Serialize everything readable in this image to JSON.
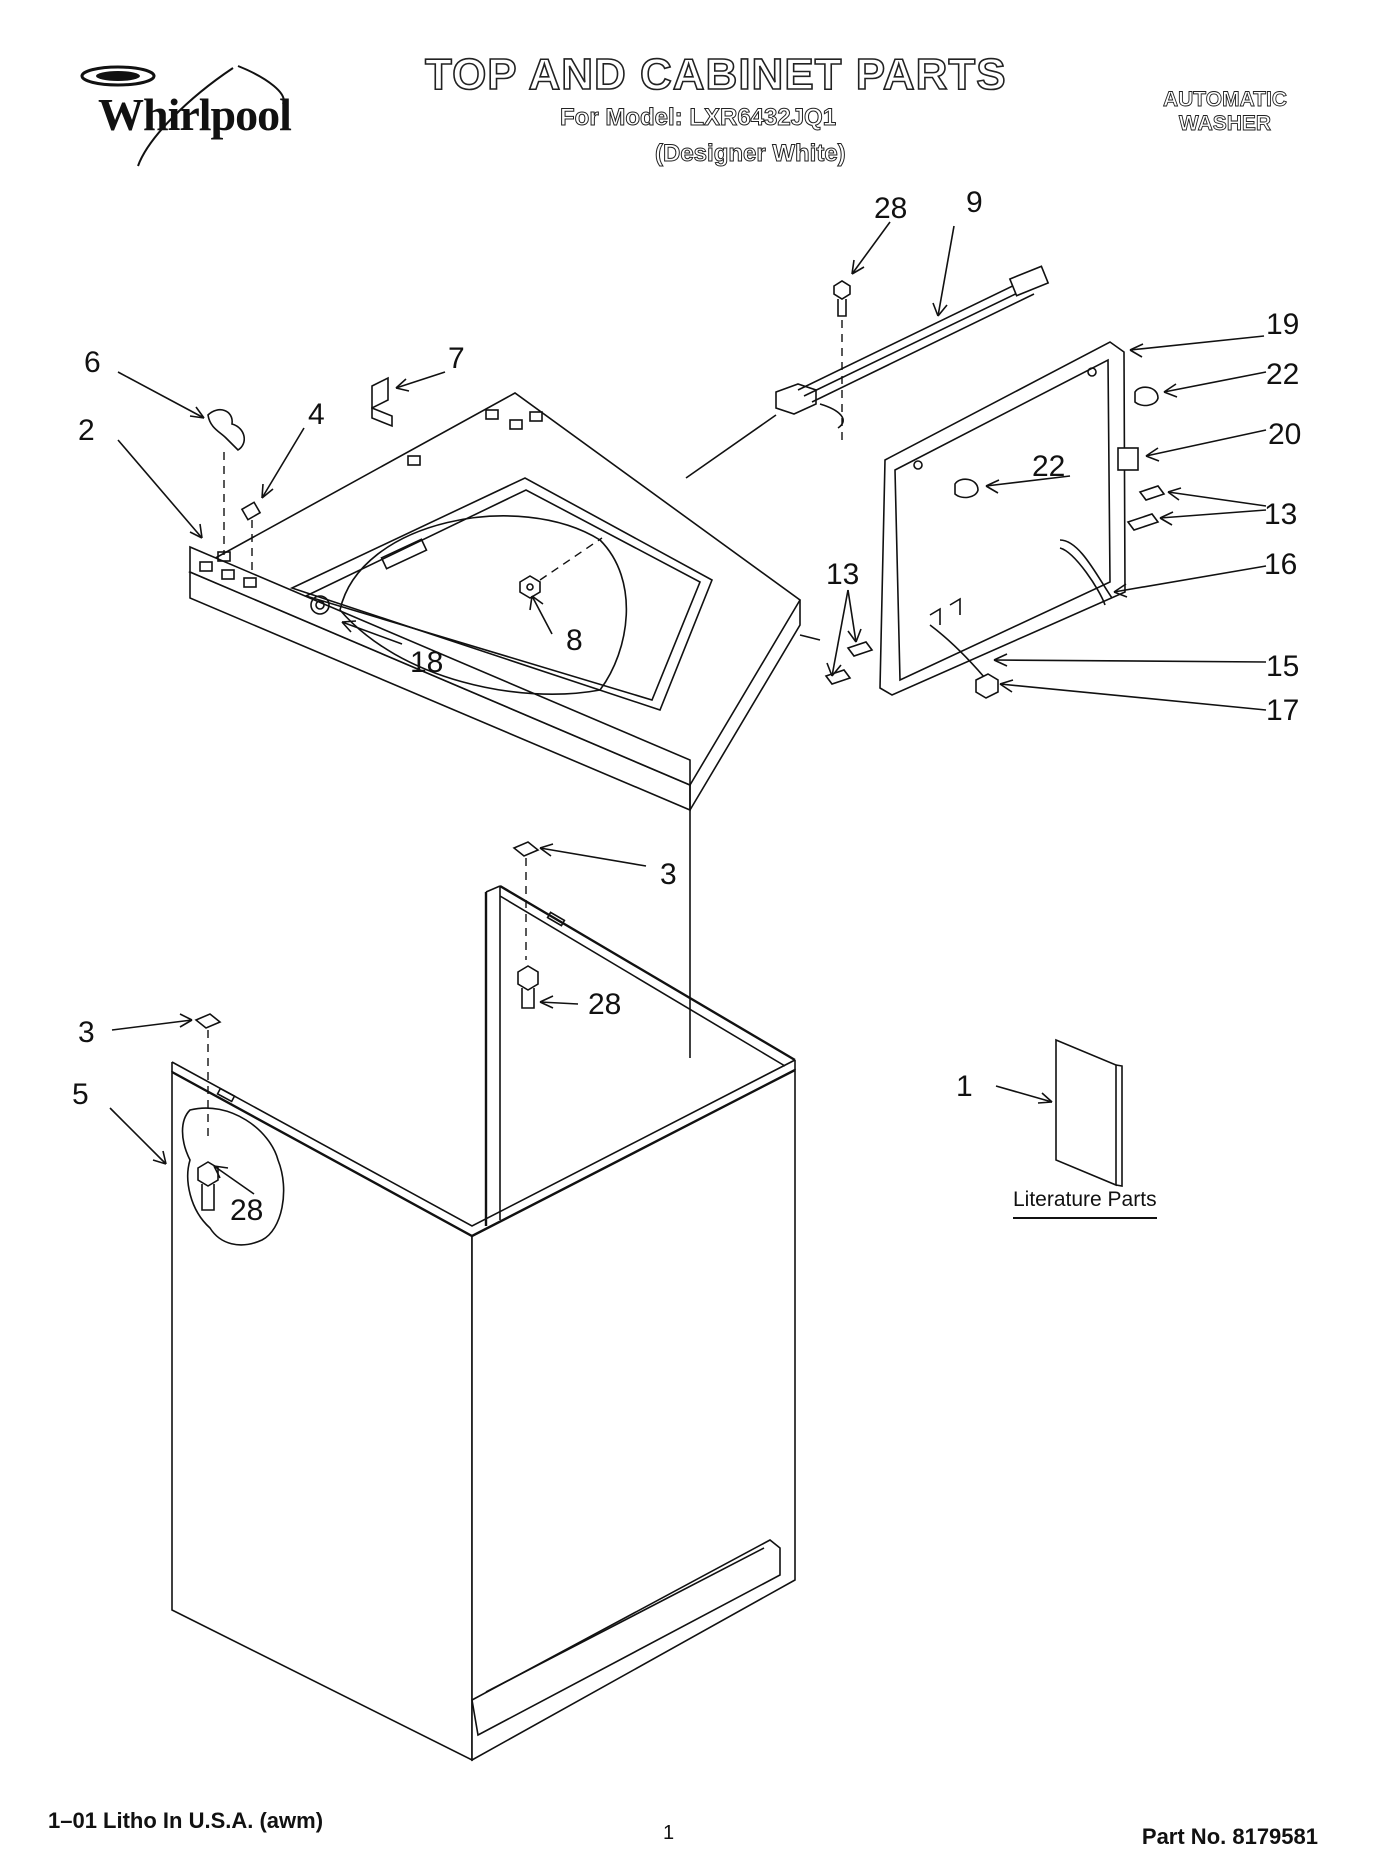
{
  "header": {
    "brand": "Whirlpool",
    "title": "TOP AND CABINET PARTS",
    "model_line": "For Model: LXR6432JQ1",
    "variant": "(Designer White)",
    "product_line1": "AUTOMATIC",
    "product_line2": "WASHER"
  },
  "callouts": {
    "c1": "1",
    "c2": "2",
    "c3a": "3",
    "c3b": "3",
    "c4": "4",
    "c5": "5",
    "c6": "6",
    "c7": "7",
    "c8": "8",
    "c9": "9",
    "c13a": "13",
    "c13b": "13",
    "c15": "15",
    "c16": "16",
    "c17": "17",
    "c18": "18",
    "c19": "19",
    "c20": "20",
    "c22a": "22",
    "c22b": "22",
    "c28a": "28",
    "c28b": "28",
    "c28c": "28"
  },
  "literature": {
    "caption": "Literature Parts"
  },
  "footer": {
    "print_info": "1–01 Litho In U.S.A. (awm)",
    "page_number": "1",
    "part_number": "Part No. 8179581"
  },
  "colors": {
    "ink": "#111111",
    "paper": "#ffffff"
  }
}
